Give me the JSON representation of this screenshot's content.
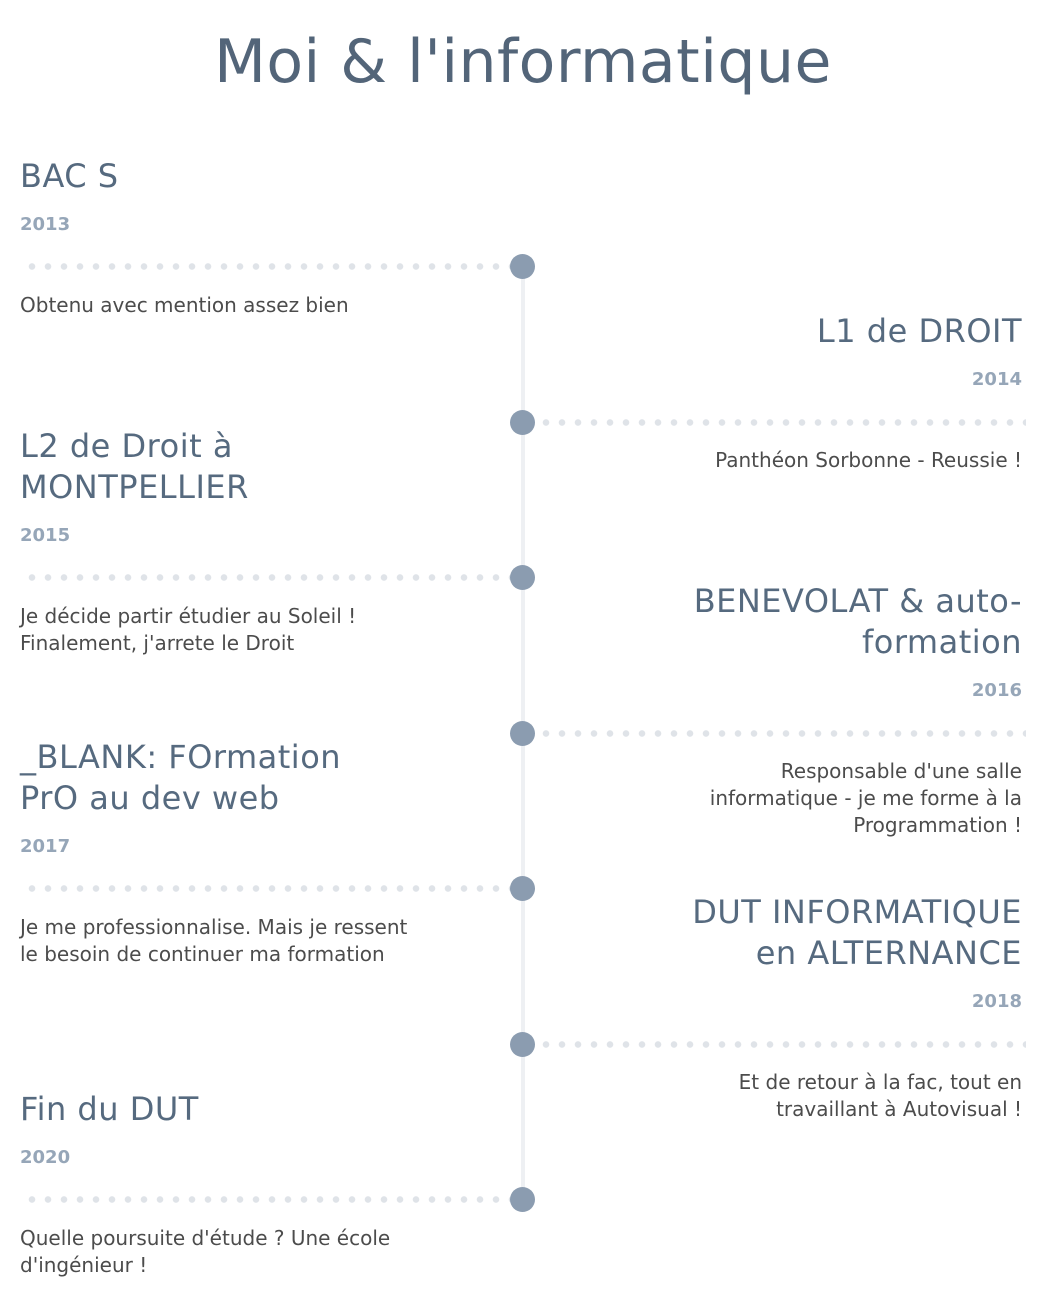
{
  "page": {
    "title": "Moi & l'informatique"
  },
  "timeline": [
    {
      "side": "left",
      "title": "BAC S",
      "year": "2013",
      "description": "Obtenu avec mention assez bien"
    },
    {
      "side": "right",
      "title": "L1 de DROIT",
      "year": "2014",
      "description": "Panthéon Sorbonne - Reussie !"
    },
    {
      "side": "left",
      "title": "L2 de Droit à MONTPELLIER",
      "year": "2015",
      "description": "Je décide partir étudier au Soleil ! Finalement, j'arrete le Droit"
    },
    {
      "side": "right",
      "title": "BENEVOLAT & auto-formation",
      "year": "2016",
      "description": "Responsable d'une salle informatique - je me forme à la Programmation !"
    },
    {
      "side": "left",
      "title": "_BLANK: FOrmation PrO au dev web",
      "year": "2017",
      "description": "Je me professionnalise. Mais je ressent le besoin de continuer ma formation"
    },
    {
      "side": "right",
      "title": "DUT INFORMATIQUE en ALTERNANCE",
      "year": "2018",
      "description": "Et de retour à la fac, tout en travaillant à Autovisual !"
    },
    {
      "side": "left",
      "title": "Fin du DUT",
      "year": "2020",
      "description": "Quelle poursuite d'étude ? Une école d'ingénieur !"
    }
  ],
  "colors": {
    "title": "#536579",
    "node": "#8b9cb0",
    "year": "#96a6b8",
    "dots": "#dfe3e8"
  }
}
